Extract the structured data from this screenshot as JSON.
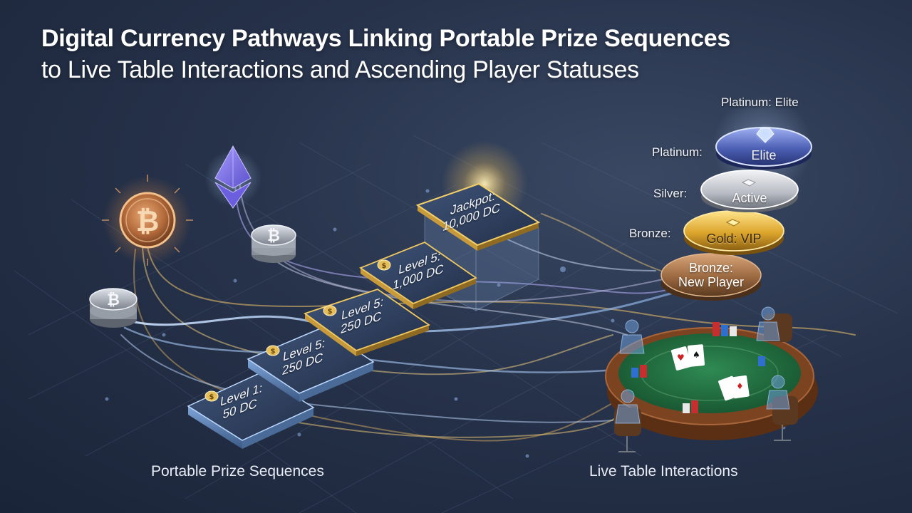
{
  "title": {
    "line1": "Digital Currency Pathways Linking Portable Prize Sequences",
    "line2": "to Live Table Interactions and Ascending Player Statuses"
  },
  "tiers": {
    "header": "Platinum: Elite",
    "platinum_label": "Platinum:",
    "platinum_disc": "Elite",
    "silver_label": "Silver:",
    "silver_disc": "Active",
    "bronze_label": "Bronze:",
    "gold_disc": "Gold: VIP",
    "bronze_disc_line1": "Bronze:",
    "bronze_disc_line2": "New Player"
  },
  "prize_tiles": [
    {
      "line1": "Level 1:",
      "line2": "50 DC"
    },
    {
      "line1": "Level 5:",
      "line2": "250 DC"
    },
    {
      "line1": "Level 5:",
      "line2": "250 DC"
    },
    {
      "line1": "Level 5:",
      "line2": "1,000 DC"
    },
    {
      "line1": "Jackpot:",
      "line2": "10,000 DC"
    }
  ],
  "sections": {
    "left": "Portable Prize Sequences",
    "right": "Live Table Interactions"
  },
  "icons": [
    "bitcoin-icon",
    "ethereum-icon",
    "coin-stack-icon",
    "diamond-icon",
    "poker-table-icon"
  ],
  "colors": {
    "background": "#27334b",
    "gold": "#e8c45a",
    "bronze": "#a8744a",
    "silver": "#c9ccd2",
    "platinum": "#5c73c8",
    "stream_blue": "#9cc7ff",
    "felt": "#1f6b3c"
  }
}
